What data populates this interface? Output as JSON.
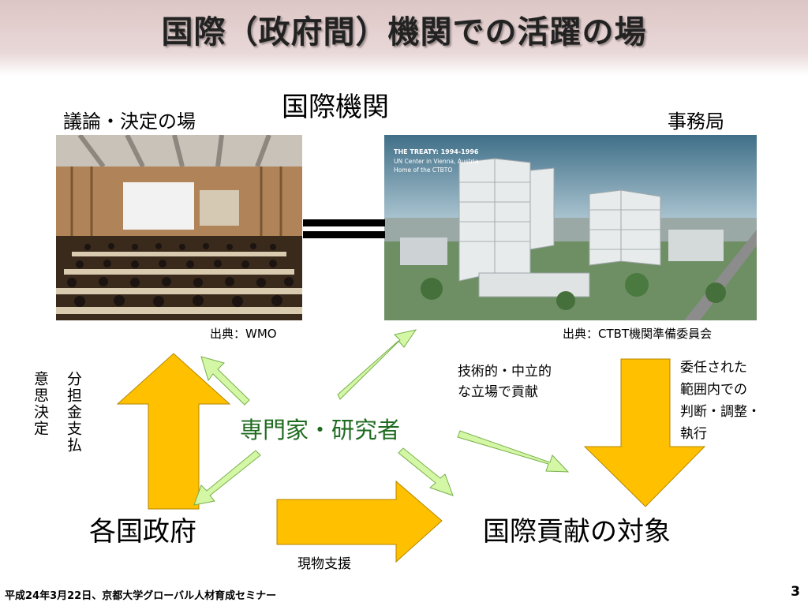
{
  "title": "国際（政府間）機関での活躍の場",
  "org_heading": "国際機関",
  "left_panel": {
    "heading": "議論・決定の場",
    "credit": "出典：WMO",
    "photo_icon": "conference-hall-photo"
  },
  "right_panel": {
    "heading": "事務局",
    "credit": "出典：CTBT機関準備委員会",
    "photo_icon": "vienna-un-center-photo",
    "caption_lines": [
      "THE TREATY: 1994-1996",
      "UN Center in Vienna, Austria",
      "Home of the CTBTO"
    ]
  },
  "nodes": {
    "experts": "専門家・研究者",
    "governments": "各国政府",
    "target": "国際貢献の対象"
  },
  "vertical_labels": {
    "decision": "意思決定",
    "payment": "分担金支払"
  },
  "notes": {
    "technical": [
      "技術的・中立的",
      "な立場で貢献"
    ],
    "delegated": [
      "委任された",
      "範囲内での",
      "判断・調整・",
      "執行"
    ],
    "in_kind": "現物支援"
  },
  "colors": {
    "header_bg": "#e2cccc",
    "orange_arrow": "#ffc000",
    "green_arrow": "#d4f7a6",
    "experts_text": "#1f6b1f"
  },
  "footer": "平成24年3月22日、京都大学グローバル人材育成セミナー",
  "page_number": "3"
}
